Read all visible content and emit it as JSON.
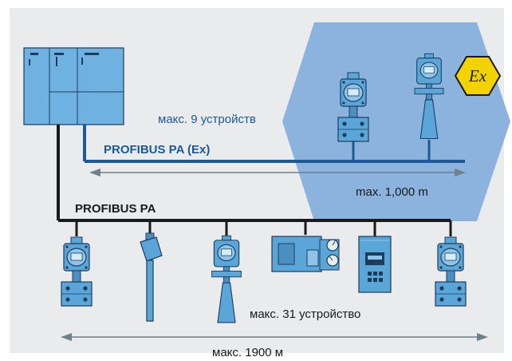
{
  "diagram": {
    "labels": {
      "ex_device_count": "макс. 9 устройств",
      "profibus_pa_ex": "PROFIBUS PA (Ex)",
      "ex_length": "max. 1,000 m",
      "profibus_pa": "PROFIBUS PA",
      "pa_device_count": "макс. 31 устройство",
      "pa_length": "макс. 1900 м"
    },
    "hazard_symbol": "Ex",
    "icons": [
      "plc-controller-icon",
      "pressure-transmitter-icon",
      "radar-level-sensor-icon",
      "level-probe-icon",
      "valve-positioner-icon",
      "display-controller-icon",
      "explosion-hazard-icon"
    ],
    "colors": {
      "background": "#e9ebec",
      "hazard_zone": "#8cb3de",
      "ex_bus": "#1b5a96",
      "pa_bus": "#1a1a1a",
      "device_body": "#5aa6d8",
      "device_outline": "#1d3c5c",
      "hazard_yellow": "#f2d300",
      "dimension_line": "#6f8088"
    }
  }
}
